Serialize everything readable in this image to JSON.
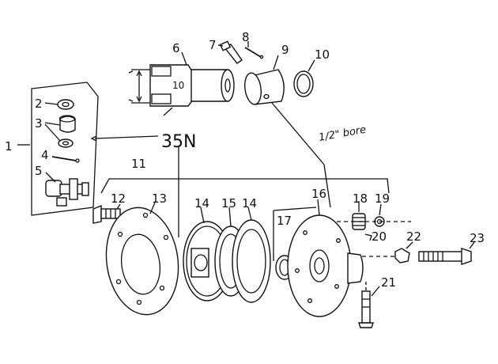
{
  "callouts": {
    "c1": "1",
    "c2": "2",
    "c3": "3",
    "c4": "4",
    "c5": "5",
    "c6": "6",
    "c7": "7",
    "c8": "8",
    "c9": "9",
    "c10": "10",
    "c11": "11",
    "c12": "12",
    "c13": "13",
    "c14a": "14",
    "c15": "15",
    "c14b": "14",
    "c16": "16",
    "c17": "17",
    "c18": "18",
    "c19": "19",
    "c20": "20",
    "c21": "21",
    "c22": "22",
    "c23": "23"
  },
  "kit_label": "35N",
  "dimension_note": "1/2\" bore",
  "yoke_marking": "10"
}
